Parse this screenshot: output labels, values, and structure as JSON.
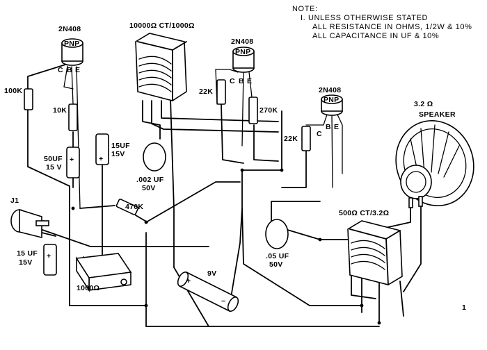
{
  "note": {
    "heading": "NOTE:",
    "line1": "I. UNLESS OTHERWISE STATED",
    "line2": "ALL RESISTANCE IN OHMS, 1/2W & 10%",
    "line3": "ALL CAPACITANCE IN UF & 10%"
  },
  "transistors": [
    {
      "part": "2N408",
      "type": "PNP",
      "pins": [
        "C",
        "B",
        "E"
      ]
    },
    {
      "part": "2N408",
      "type": "PNP",
      "pins": [
        "C",
        "B",
        "E"
      ]
    },
    {
      "part": "2N408",
      "type": "PNP",
      "pins": [
        "C",
        "B",
        "E"
      ]
    }
  ],
  "transformers": {
    "input": "10000Ω CT/1000Ω",
    "output": "500Ω CT/3.2Ω"
  },
  "speaker": {
    "impedance": "3.2 Ω",
    "label": "SPEAKER"
  },
  "resistors": {
    "r100k": "100K",
    "r10k": "10K",
    "r22k_a": "22K",
    "r270k": "270K",
    "r22k_b": "22K",
    "r470k": "470K"
  },
  "capacitors": {
    "c50uf": [
      "50UF",
      "15 V"
    ],
    "c15uf_a": [
      "15UF",
      "15V"
    ],
    "c002uf": [
      ".002 UF",
      "50V"
    ],
    "c05uf": [
      ".05 UF",
      "50V"
    ],
    "c15uf_b": [
      "15 UF",
      "15V"
    ]
  },
  "jack": "J1",
  "pot": "1000Ω",
  "battery": {
    "voltage": "9V",
    "plus": "+",
    "minus": "−"
  },
  "page_number": "1"
}
